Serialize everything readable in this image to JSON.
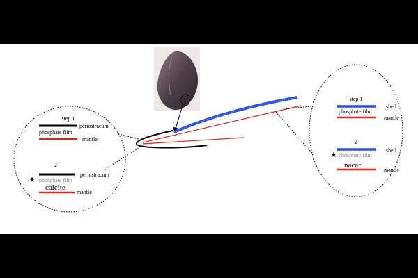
{
  "left_bubble": {
    "step1": {
      "heading": "step 1",
      "layer_top": "periostracum",
      "layer_middle": "phosphate film",
      "layer_bottom": "mantle"
    },
    "step2": {
      "heading": "2",
      "layer_top": "periostracum",
      "layer_middle": "phosphate film",
      "deposit": "calcite",
      "layer_bottom": "mantle"
    }
  },
  "right_bubble": {
    "step1": {
      "heading": "step 1",
      "layer_top": "shell",
      "layer_middle": "phosphate film",
      "layer_bottom": "mantle"
    },
    "step2": {
      "heading": "2",
      "layer_top": "shell",
      "layer_middle": "phosphate film",
      "deposit": "nacar",
      "layer_bottom": "mantle"
    }
  },
  "colors": {
    "background": "#ffffff",
    "letterbox": "#000000",
    "shell_layer": "#2a4fd8",
    "mantle_layer": "#e2231a",
    "periostracum_layer": "#000000",
    "phosphate_text": "#888888"
  },
  "icons": {
    "marker": "star-icon",
    "photo": "mussel-photo",
    "magnify": "dotted-circle-highlight"
  }
}
